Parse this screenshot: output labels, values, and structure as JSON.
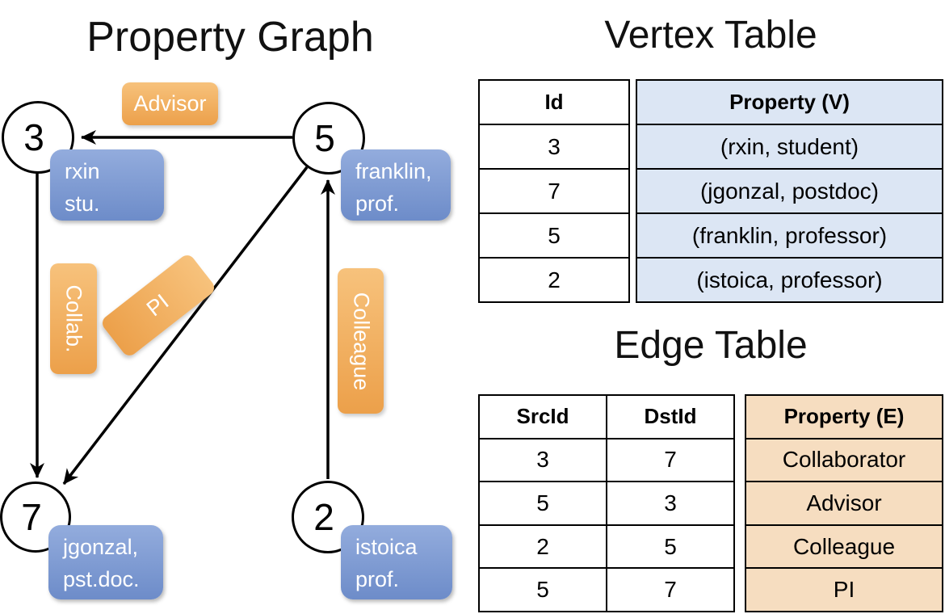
{
  "graph": {
    "title": "Property Graph",
    "nodes": [
      {
        "id": "3"
      },
      {
        "id": "5"
      },
      {
        "id": "7"
      },
      {
        "id": "2"
      }
    ],
    "vertex_properties": [
      {
        "line1": "rxin",
        "line2": "stu."
      },
      {
        "line1": "franklin,",
        "line2": "prof."
      },
      {
        "line1": "jgonzal,",
        "line2": "pst.doc."
      },
      {
        "line1": "istoica",
        "line2": "prof."
      }
    ],
    "edge_labels": {
      "advisor": "Advisor",
      "collab": "Collab.",
      "pi": "PI",
      "colleague": "Colleague"
    }
  },
  "vertex_table": {
    "title": "Vertex Table",
    "columns": {
      "id": "Id",
      "property": "Property (V)"
    },
    "rows": [
      {
        "id": "3",
        "property": "(rxin, student)"
      },
      {
        "id": "7",
        "property": "(jgonzal, postdoc)"
      },
      {
        "id": "5",
        "property": "(franklin, professor)"
      },
      {
        "id": "2",
        "property": "(istoica, professor)"
      }
    ]
  },
  "edge_table": {
    "title": "Edge Table",
    "columns": {
      "src": "SrcId",
      "dst": "DstId",
      "property": "Property (E)"
    },
    "rows": [
      {
        "src": "3",
        "dst": "7",
        "property": "Collaborator"
      },
      {
        "src": "5",
        "dst": "3",
        "property": "Advisor"
      },
      {
        "src": "2",
        "dst": "5",
        "property": "Colleague"
      },
      {
        "src": "5",
        "dst": "7",
        "property": "PI"
      }
    ]
  },
  "colors": {
    "edge_label_orange": "#eca04a",
    "vertex_box_blue": "#7d9ad4",
    "vertex_table_fill": "#dce6f4",
    "edge_table_fill": "#f6ddc0"
  }
}
